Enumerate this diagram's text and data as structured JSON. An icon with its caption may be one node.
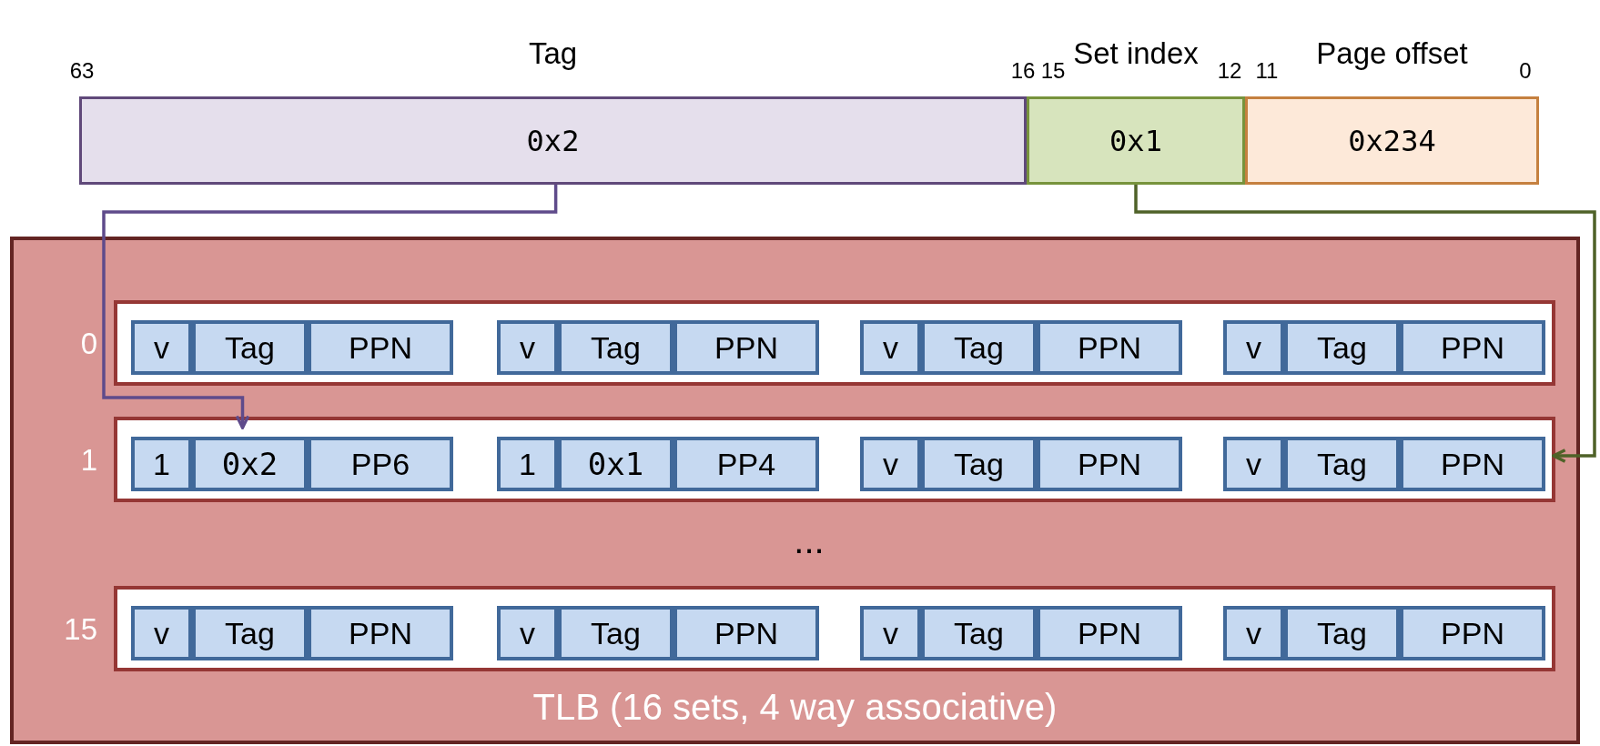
{
  "diagram": {
    "nodes": [
      {
        "text": [
          "Tag",
          "0x2"
        ]
      },
      {
        "text": [
          "Set index",
          "0x1"
        ]
      },
      {
        "text": [
          "Page offset",
          "0x234"
        ]
      },
      {
        "text": [
          "TLB (16 sets, 4 way associative)"
        ]
      },
      {
        "text": [],
        "shape": "box",
        "in": 3,
        "beside": [
          "0"
        ]
      },
      {
        "text": [
          "v"
        ],
        "in": 4
      },
      {
        "text": [
          "Tag"
        ],
        "in": 4
      },
      {
        "text": [
          "PPN"
        ],
        "in": 4
      },
      {
        "text": [
          "v"
        ],
        "in": 4
      },
      {
        "text": [
          "Tag"
        ],
        "in": 4
      },
      {
        "text": [
          "PPN"
        ],
        "in": 4
      },
      {
        "text": [
          "v"
        ],
        "in": 4
      },
      {
        "text": [
          "Tag"
        ],
        "in": 4
      },
      {
        "text": [
          "PPN"
        ],
        "in": 4
      },
      {
        "text": [
          "v"
        ],
        "in": 4
      },
      {
        "text": [
          "Tag"
        ],
        "in": 4
      },
      {
        "text": [
          "PPN"
        ],
        "in": 4
      },
      {
        "text": [],
        "shape": "box",
        "in": 3,
        "beside": [
          "1"
        ]
      },
      {
        "text": [
          "1"
        ],
        "in": 17
      },
      {
        "text": [
          "0x2"
        ],
        "in": 17
      },
      {
        "text": [
          "PP6"
        ],
        "in": 17
      },
      {
        "text": [
          "1"
        ],
        "in": 17
      },
      {
        "text": [
          "0x1"
        ],
        "in": 17
      },
      {
        "text": [
          "PP4"
        ],
        "in": 17
      },
      {
        "text": [
          "v"
        ],
        "in": 17
      },
      {
        "text": [
          "Tag"
        ],
        "in": 17
      },
      {
        "text": [
          "PPN"
        ],
        "in": 17
      },
      {
        "text": [
          "v"
        ],
        "in": 17
      },
      {
        "text": [
          "Tag"
        ],
        "in": 17
      },
      {
        "text": [
          "PPN"
        ],
        "in": 17
      },
      {
        "text": [],
        "shape": "box",
        "in": 3,
        "beside": [
          "15"
        ]
      },
      {
        "text": [
          "v"
        ],
        "in": 30
      },
      {
        "text": [
          "Tag"
        ],
        "in": 30
      },
      {
        "text": [
          "PPN"
        ],
        "in": 30
      },
      {
        "text": [
          "v"
        ],
        "in": 30
      },
      {
        "text": [
          "Tag"
        ],
        "in": 30
      },
      {
        "text": [
          "PPN"
        ],
        "in": 30
      },
      {
        "text": [
          "v"
        ],
        "in": 30
      },
      {
        "text": [
          "Tag"
        ],
        "in": 30
      },
      {
        "text": [
          "PPN"
        ],
        "in": 30
      },
      {
        "text": [
          "v"
        ],
        "in": 30
      },
      {
        "text": [
          "Tag"
        ],
        "in": 30
      },
      {
        "text": [
          "PPN"
        ],
        "in": 30
      }
    ],
    "edges": [
      {
        "from": 0,
        "to": 19,
        "arrow": "to",
        "color": "#5f4b8b"
      },
      {
        "from": 1,
        "to": 17,
        "arrow": "to",
        "color": "#4f6228"
      }
    ],
    "labels": [
      "63",
      "16",
      "15",
      "12",
      "11",
      "0",
      "..."
    ]
  }
}
